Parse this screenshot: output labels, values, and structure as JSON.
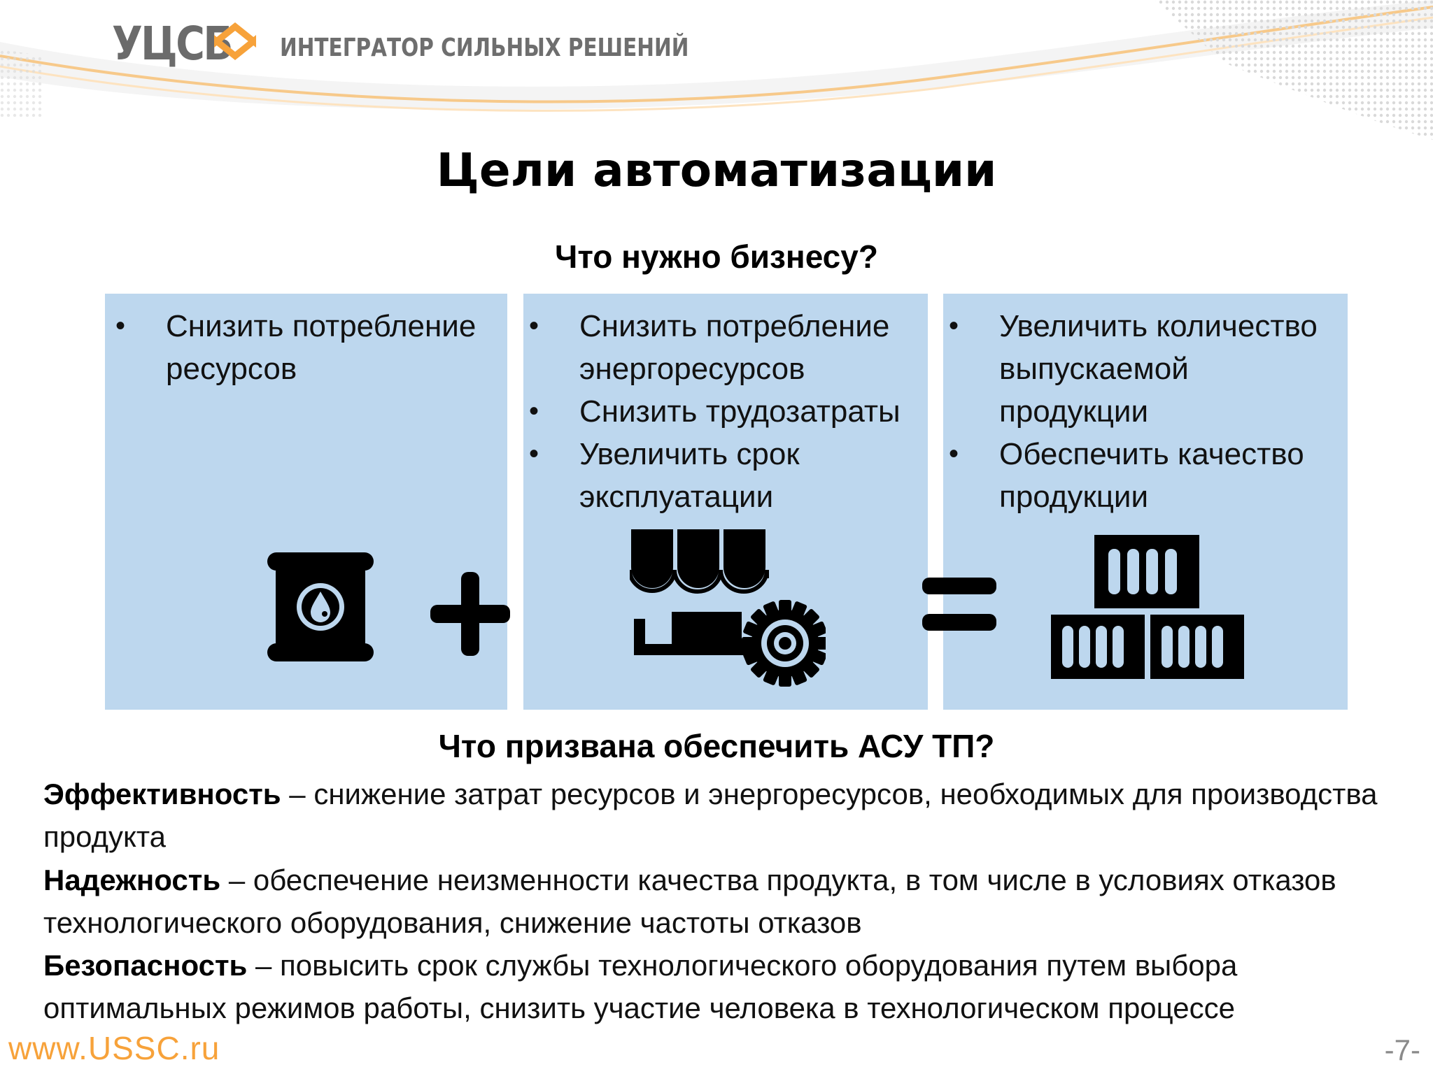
{
  "header": {
    "logo_text": "УЦСБ",
    "tagline": "ИНТЕГРАТОР СИЛЬНЫХ РЕШЕНИЙ",
    "accent_color": "#f7a23a"
  },
  "title": "Цели автоматизации",
  "subtitle": "Что нужно бизнесу?",
  "panels": [
    {
      "items": [
        "Снизить потребление ресурсов"
      ],
      "icon": "oil-barrel-icon"
    },
    {
      "items": [
        "Снизить потребление энергоресурсов",
        "Снизить трудозатраты",
        "Увеличить срок эксплуатации"
      ],
      "icon": "factory-gear-icon"
    },
    {
      "items": [
        "Увеличить количество выпускаемой продукции",
        "Обеспечить качество продукции"
      ],
      "icon": "product-boxes-icon"
    }
  ],
  "operators": {
    "plus": "plus-icon",
    "equals": "equals-icon"
  },
  "bullet": "•",
  "section_heading": "Что призвана обеспечить АСУ ТП?",
  "descriptions": [
    {
      "term": "Эффективность",
      "text": " – снижение затрат ресурсов и энергоресурсов, необходимых для производства продукта"
    },
    {
      "term": "Надежность",
      "text": " – обеспечение неизменности качества продукта, в том числе в условиях отказов технологического оборудования, снижение частоты отказов"
    },
    {
      "term": "Безопасность",
      "text": " – повысить срок службы технологического оборудования путем выбора оптимальных режимов работы, снизить участие человека в технологическом процессе"
    }
  ],
  "footer": {
    "url": "www.USSC.ru",
    "page": "-7-"
  },
  "colors": {
    "panel_bg": "#bdd7ee",
    "url": "#f7a23a",
    "page_number": "#8a8a8a"
  }
}
